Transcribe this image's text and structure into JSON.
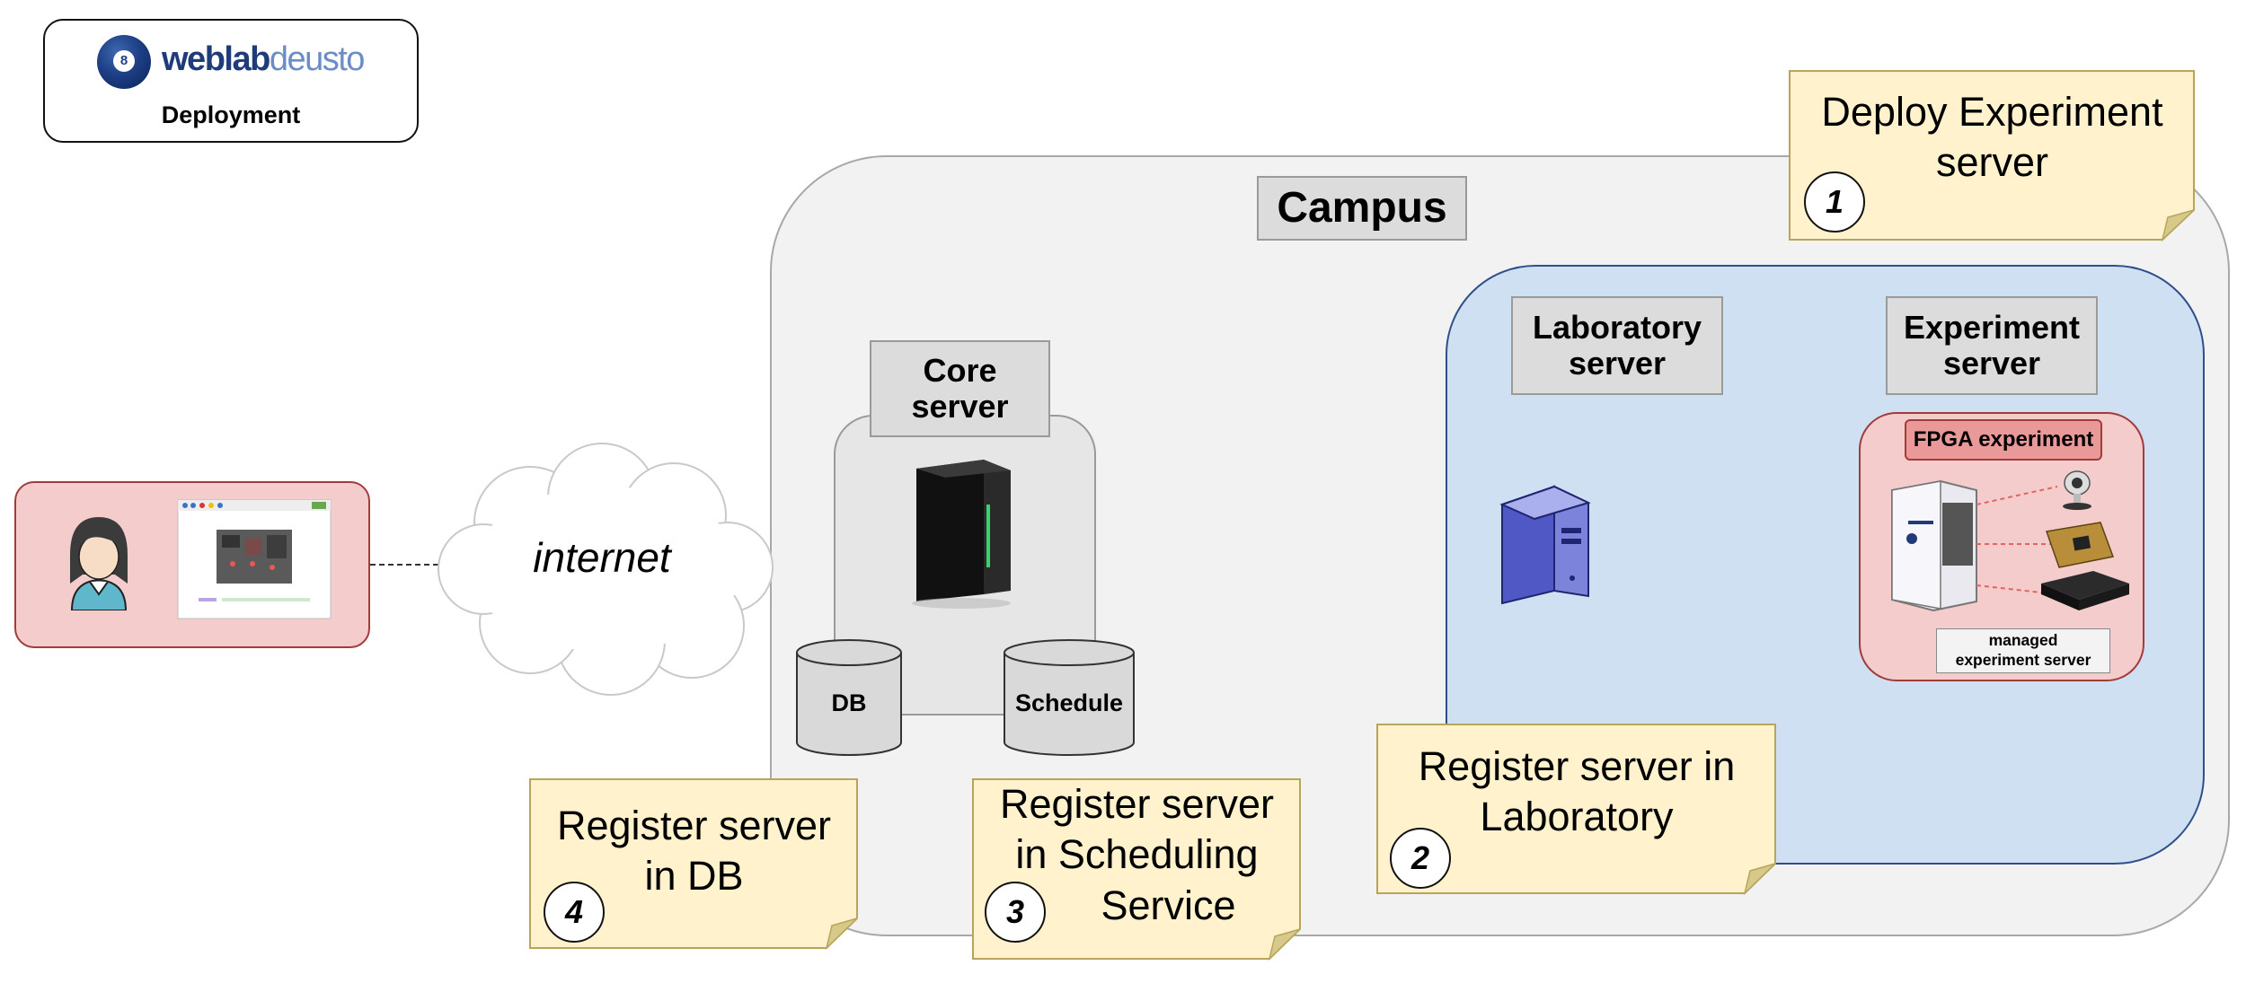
{
  "logo": {
    "brand_bold": "weblab",
    "brand_light": "deusto",
    "subtitle": "Deployment"
  },
  "campus": {
    "title": "Campus"
  },
  "core_server": {
    "title": "Core server",
    "title_line1": "Core",
    "title_line2": "server"
  },
  "database": {
    "label": "DB"
  },
  "scheduler": {
    "label": "Schedule"
  },
  "internet": {
    "label": "internet"
  },
  "laboratory_server": {
    "title_line1": "Laboratory",
    "title_line2": "server"
  },
  "experiment_server": {
    "title_line1": "Experiment",
    "title_line2": "server",
    "fpga_label": "FPGA experiment",
    "managed_line1": "managed",
    "managed_line2": "experiment server"
  },
  "notes": [
    {
      "step": "1",
      "line1": "Deploy Experiment",
      "line2": "server"
    },
    {
      "step": "2",
      "line1": "Register server in",
      "line2": "Laboratory"
    },
    {
      "step": "3",
      "line1": "Register server",
      "line2": "in Scheduling",
      "line3": "Service"
    },
    {
      "step": "4",
      "line1": "Register server",
      "line2": "in DB"
    }
  ],
  "colors": {
    "campus_fill": "#f2f2f2",
    "lab_fill": "#cfe0f2",
    "lab_border": "#2f4f8a",
    "client_fill": "#f4cccc",
    "client_border": "#a33b3b",
    "note_fill": "#fff2cc",
    "label_fill": "#dcdcdc"
  },
  "icons": [
    "user-avatar-icon",
    "browser-window-icon",
    "cloud-icon",
    "server-tower-icon",
    "workstation-icon",
    "database-cylinder-icon",
    "webcam-icon",
    "fpga-board-icon",
    "media-box-icon"
  ]
}
